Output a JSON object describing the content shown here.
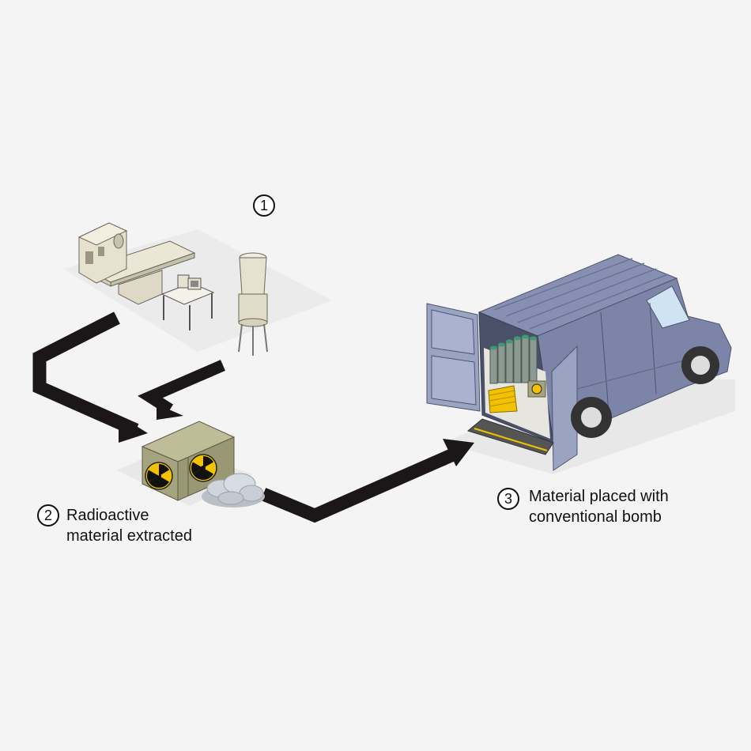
{
  "steps": [
    {
      "number": "1",
      "label": ""
    },
    {
      "number": "2",
      "label": "Radioactive\nmaterial extracted"
    },
    {
      "number": "3",
      "label": "Material placed with\nconventional bomb"
    }
  ],
  "icons": {
    "sources": [
      "medical-scanner-icon",
      "industrial-irradiator-icon"
    ],
    "container": "radioactive-container-icon",
    "material": "radioactive-material-pile-icon",
    "vehicle": "van-icon",
    "bomb": "conventional-bomb-icon"
  },
  "colors": {
    "background": "#f4f4f4",
    "arrow": "#1b1718",
    "van_body": "#7c85a8",
    "container": "#a8a580",
    "hazard": "#f2c200",
    "equipment": "#e6e2cf"
  }
}
